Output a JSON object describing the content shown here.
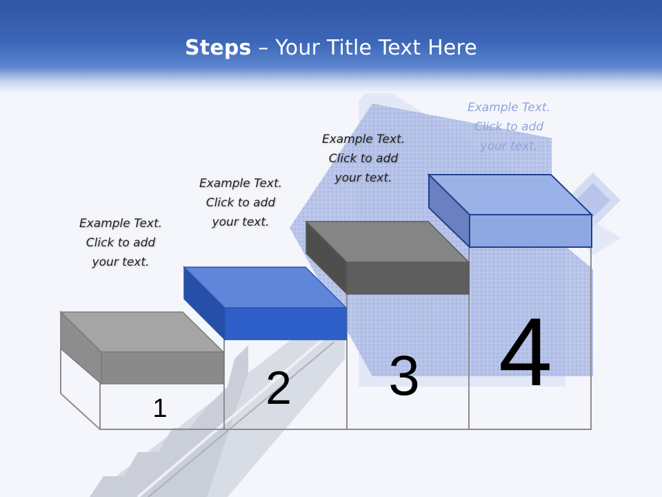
{
  "slide": {
    "title_bold": "Steps",
    "title_rest": " – Your Title Text Here"
  },
  "steps": [
    {
      "number": "1",
      "line1": "Example Text.",
      "line2": "Click  to add",
      "line3": "your text.",
      "color": "#8a8a8a"
    },
    {
      "number": "2",
      "line1": "Example Text.",
      "line2": "Click  to add",
      "line3": "your text.",
      "color": "#2f5fc8"
    },
    {
      "number": "3",
      "line1": "Example Text.",
      "line2": "Click  to add",
      "line3": "your text.",
      "color": "#5e5e5e"
    },
    {
      "number": "4",
      "line1": "Example Text.",
      "line2": "Click  to add",
      "line3": "your text.",
      "color": "#8fa8e2"
    }
  ]
}
